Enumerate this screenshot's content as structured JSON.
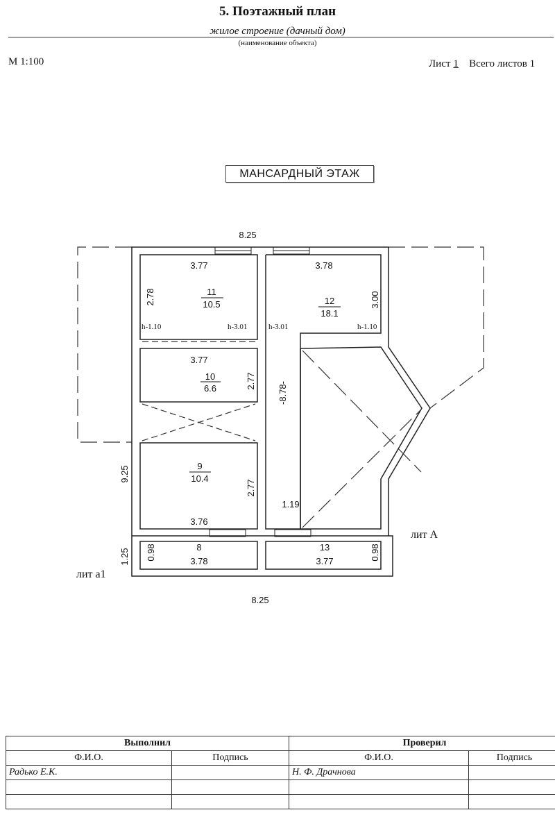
{
  "header": {
    "title": "5. Поэтажный план",
    "object_name": "жилое строение (дачный дом)",
    "object_caption": "(наименование объекта)",
    "scale": "М 1:100",
    "sheet_label": "Лист",
    "sheet_number": "1",
    "total_label": "Всего листов",
    "total_value": "1"
  },
  "floor_label": "МАНСАРДНЫЙ ЭТАЖ",
  "plan": {
    "overall_top": "8.25",
    "overall_bottom": "8.25",
    "left_height": "9.25",
    "left_lower_height": "1.25",
    "corridor_length": "-8.78-",
    "corridor_width": "1.19",
    "lit_a": "лит А",
    "lit_a1": "лит а1",
    "rooms": {
      "r11": {
        "num": "11",
        "area": "10.5",
        "width": "3.77",
        "depth": "2.78",
        "h_left": "h-1.10",
        "h_right": "h-3.01"
      },
      "r12": {
        "num": "12",
        "area": "18.1",
        "width": "3.78",
        "depth": "3.00",
        "h_left": "h-3.01",
        "h_right": "h-1.10"
      },
      "r10": {
        "num": "10",
        "area": "6.6",
        "width": "3.77",
        "depth": "2.77"
      },
      "r9": {
        "num": "9",
        "area": "10.4",
        "width": "3.76",
        "depth": "2.77"
      },
      "r8": {
        "num": "8",
        "width": "3.78",
        "depth": "0.98"
      },
      "r13": {
        "num": "13",
        "width": "3.77",
        "depth": "0.98"
      }
    }
  },
  "signatures": {
    "performed": "Выполнил",
    "checked": "Проверил",
    "fio": "Ф.И.О.",
    "signature": "Подпись",
    "performer_name": "Радько Е.К.",
    "checker_name": "Н. Ф. Драчнова"
  }
}
